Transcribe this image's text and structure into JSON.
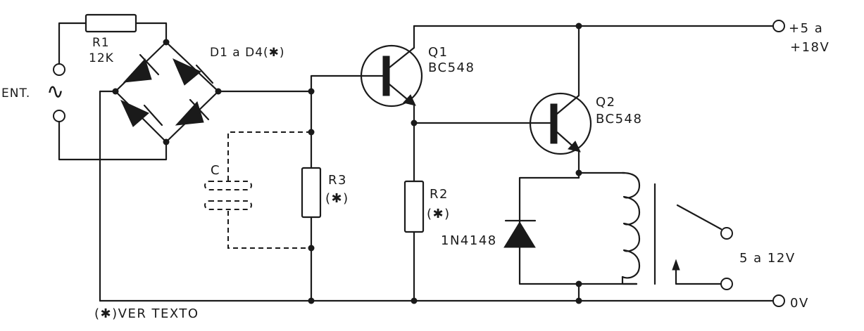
{
  "labels": {
    "r1_name": "R1",
    "r1_value": "12K",
    "diodes": "D1 a D4(✱)",
    "input": "ENT.",
    "ac_symbol": "∿",
    "q1_name": "Q1",
    "q1_type": "BC548",
    "q2_name": "Q2",
    "q2_type": "BC548",
    "supply_line1": "+5 a",
    "supply_line2": "+18V",
    "capacitor": "C",
    "r3_name": "R3",
    "r3_note": "(✱)",
    "r2_name": "R2",
    "r2_note": "(✱)",
    "diode_type": "1N4148",
    "relay_voltage": "5 a 12V",
    "ground": "0V",
    "footnote": "(✱)VER TEXTO"
  }
}
